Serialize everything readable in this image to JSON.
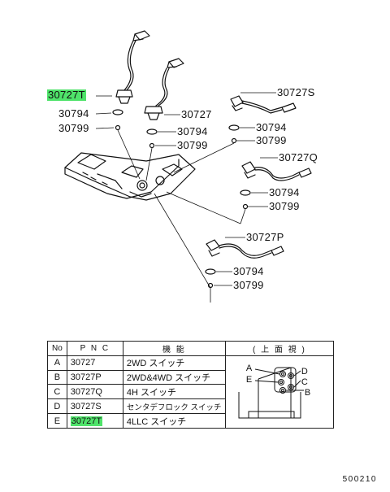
{
  "callouts": {
    "a_30727T": "30727T",
    "a_30794": "30794",
    "a_30799": "30799",
    "b_30727": "30727",
    "b_30794": "30794",
    "b_30799": "30799",
    "c_30727S": "30727S",
    "c_30794": "30794",
    "c_30799": "30799",
    "d_30727Q": "30727Q",
    "d_30794": "30794",
    "d_30799": "30799",
    "e_30727P": "30727P",
    "e_30794": "30794",
    "e_30799": "30799"
  },
  "table": {
    "headers": {
      "no": "No",
      "pnc": "P N C",
      "function": "機 能",
      "top_view": "( 上 面 視 )"
    },
    "rows": [
      {
        "no": "A",
        "pnc": "30727",
        "function": "2WD スイッチ"
      },
      {
        "no": "B",
        "pnc": "30727P",
        "function": "2WD&4WD スイッチ"
      },
      {
        "no": "C",
        "pnc": "30727Q",
        "function": "4H スイッチ"
      },
      {
        "no": "D",
        "pnc": "30727S",
        "function": "センタデフロック スイッチ"
      },
      {
        "no": "E",
        "pnc": "30727T",
        "function": "4LLC スイッチ"
      }
    ]
  },
  "top_view_letters": {
    "a": "A",
    "b": "B",
    "c": "C",
    "d": "D",
    "e": "E"
  },
  "figure_number": "500210",
  "highlight_color": "#4fe36a"
}
